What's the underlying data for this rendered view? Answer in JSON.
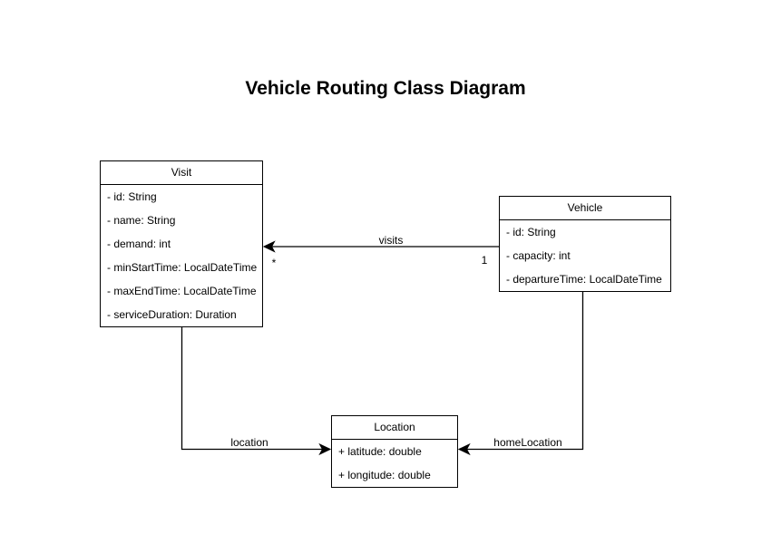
{
  "title": "Vehicle Routing Class Diagram",
  "colors": {
    "stroke": "#000000",
    "text": "#000000",
    "box_fill": "#ffffff",
    "background": "#ffffff"
  },
  "classes": {
    "visit": {
      "name": "Visit",
      "attributes": [
        "- id: String",
        "- name: String",
        "- demand: int",
        "- minStartTime: LocalDateTime",
        "- maxEndTime: LocalDateTime",
        "- serviceDuration: Duration"
      ]
    },
    "vehicle": {
      "name": "Vehicle",
      "attributes": [
        "- id: String",
        "- capacity: int",
        "- departureTime: LocalDateTime"
      ]
    },
    "location": {
      "name": "Location",
      "attributes": [
        "+ latitude: double",
        "+ longitude: double"
      ]
    }
  },
  "edges": {
    "visits": {
      "label": "visits",
      "from": "Vehicle",
      "to": "Visit",
      "multiplicity_at_visit": "*",
      "multiplicity_at_vehicle": "1"
    },
    "location": {
      "label": "location",
      "from": "Visit",
      "to": "Location"
    },
    "home_location": {
      "label": "homeLocation",
      "from": "Vehicle",
      "to": "Location"
    }
  }
}
